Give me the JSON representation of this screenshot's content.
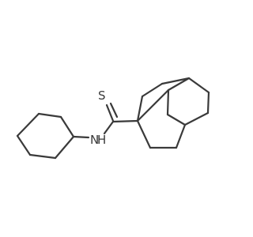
{
  "diagram": {
    "type": "skeletal-structure",
    "bond_color": "#3a3a3a",
    "background": "#ffffff",
    "atom_labels": {
      "sulfur": "S",
      "nitrogen": "N",
      "hydrogen": "H"
    }
  }
}
